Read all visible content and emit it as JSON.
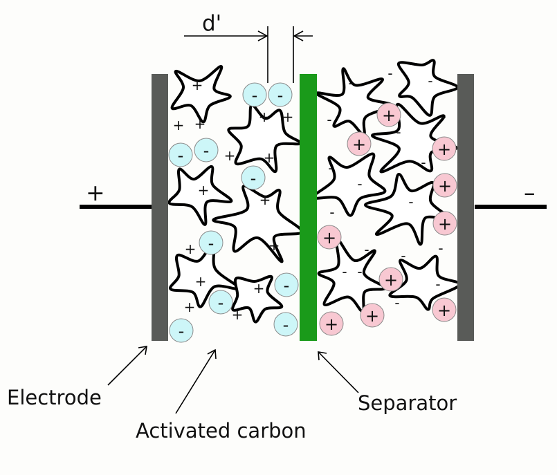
{
  "labels": {
    "dimension": "d'",
    "positive_terminal": "+",
    "negative_terminal": "–",
    "electrode": "Electrode",
    "activated_carbon": "Activated carbon",
    "separator": "Separator"
  },
  "ion_symbols": {
    "anion": "-",
    "cation": "+"
  },
  "surface_charges": {
    "left": "+",
    "right": "-"
  },
  "colors": {
    "electrode": "#595b58",
    "separator": "#1a9a1a",
    "anion_fill": "#cdf6f8",
    "cation_fill": "#f8c8d2",
    "ion_stroke": "#8a8a8a",
    "line": "#000000"
  }
}
